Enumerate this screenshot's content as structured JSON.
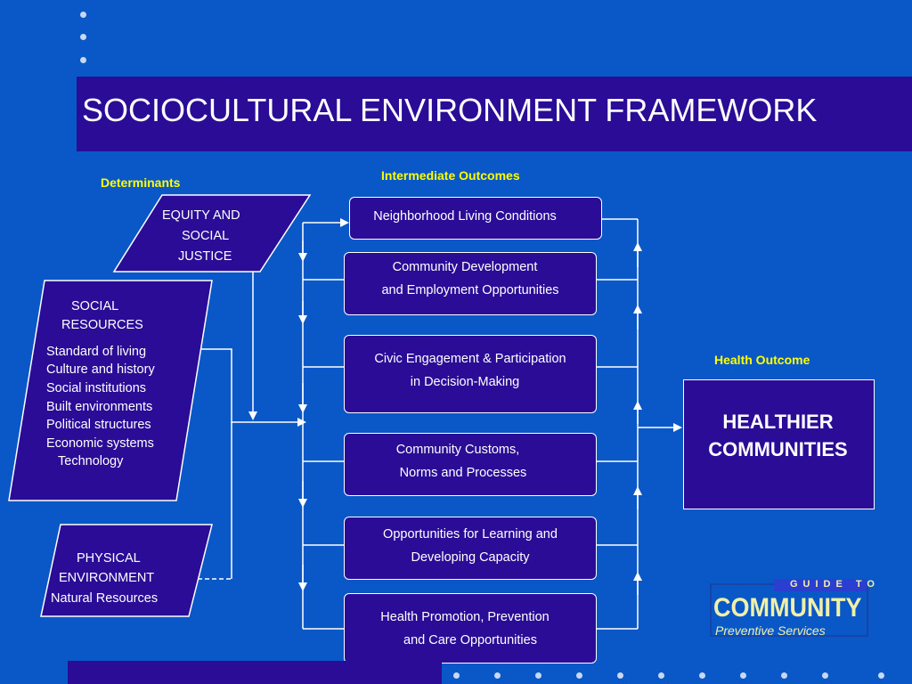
{
  "title": "SOCIOCULTURAL ENVIRONMENT FRAMEWORK",
  "labels": {
    "determinants": "Determinants",
    "intermediate": "Intermediate Outcomes",
    "health": "Health Outcome"
  },
  "determinants": {
    "equity": [
      "EQUITY AND",
      "SOCIAL",
      "JUSTICE"
    ],
    "social_title": [
      "SOCIAL",
      "RESOURCES"
    ],
    "social_items": [
      "Standard of living",
      "Culture and history",
      "Social institutions",
      "Built environments",
      "Political structures",
      "Economic systems",
      "Technology"
    ],
    "physical": [
      "PHYSICAL",
      "ENVIRONMENT",
      "Natural Resources"
    ]
  },
  "outcomes": [
    [
      "Neighborhood Living Conditions"
    ],
    [
      "Community Development",
      "and Employment Opportunities"
    ],
    [
      "Civic Engagement & Participation",
      "in Decision-Making"
    ],
    [
      "Community Customs,",
      "Norms and Processes"
    ],
    [
      "Opportunities for Learning and",
      "Developing Capacity"
    ],
    [
      "Health Promotion, Prevention",
      "and Care Opportunities"
    ]
  ],
  "health_outcome": [
    "HEALTHIER",
    "COMMUNITIES"
  ],
  "logo": {
    "top": "GUIDE TO",
    "main": "COMMUNITY",
    "sub": "Preventive Services"
  },
  "colors": {
    "background": "#0a58c8",
    "band": "#2a0c96",
    "label": "#ffff00",
    "logo_text": "#f0f0a8"
  }
}
